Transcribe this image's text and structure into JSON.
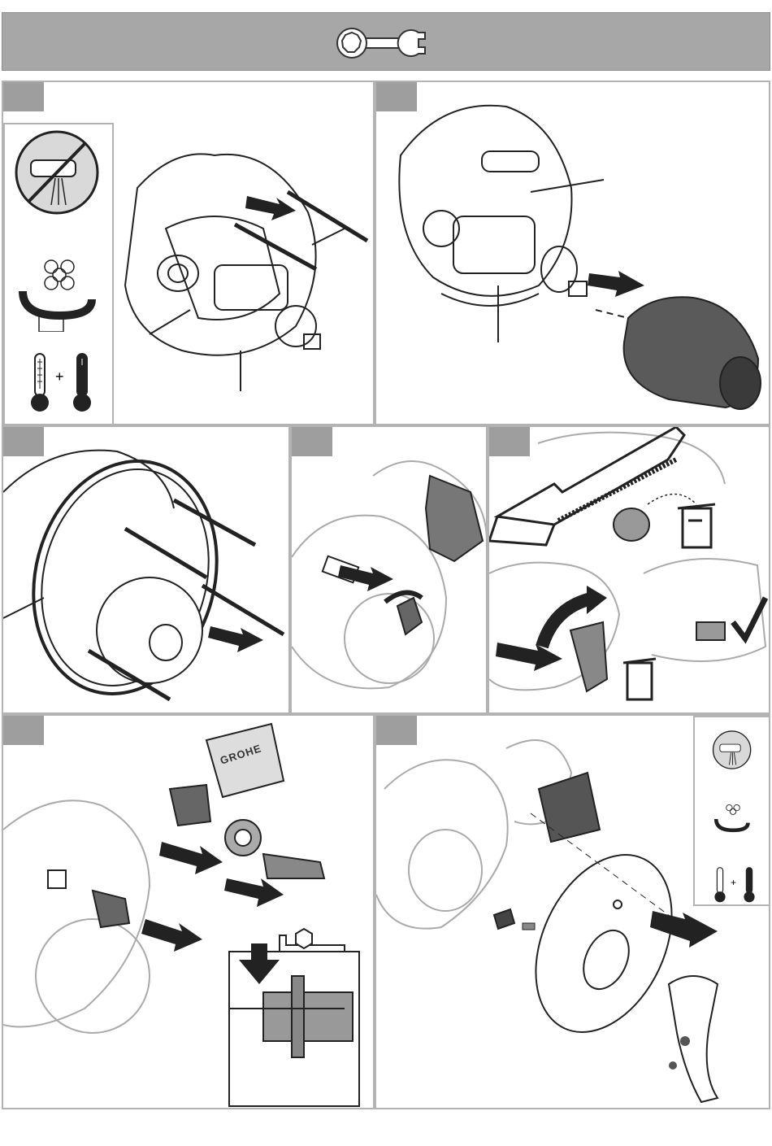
{
  "header": {
    "icon": "wrench-icon"
  },
  "steps": [
    {
      "id": "step-1",
      "icons": [
        "no-water-icon",
        "turn-valve-icon",
        "thermometer-cold-icon",
        "thermometer-hot-icon"
      ],
      "plus": "+"
    },
    {
      "id": "step-2"
    },
    {
      "id": "step-3"
    },
    {
      "id": "step-4"
    },
    {
      "id": "step-5",
      "icons": [
        "hacksaw-icon",
        "trash-bin-icon",
        "checkmark-icon"
      ]
    },
    {
      "id": "step-6",
      "logo": "GROHE",
      "icons": [
        "hex-key-icon",
        "grease-packet-icon"
      ]
    },
    {
      "id": "step-7",
      "icons": [
        "no-water-icon",
        "turn-valve-icon",
        "thermometer-cold-icon",
        "thermometer-hot-icon"
      ],
      "plus": "+"
    }
  ]
}
